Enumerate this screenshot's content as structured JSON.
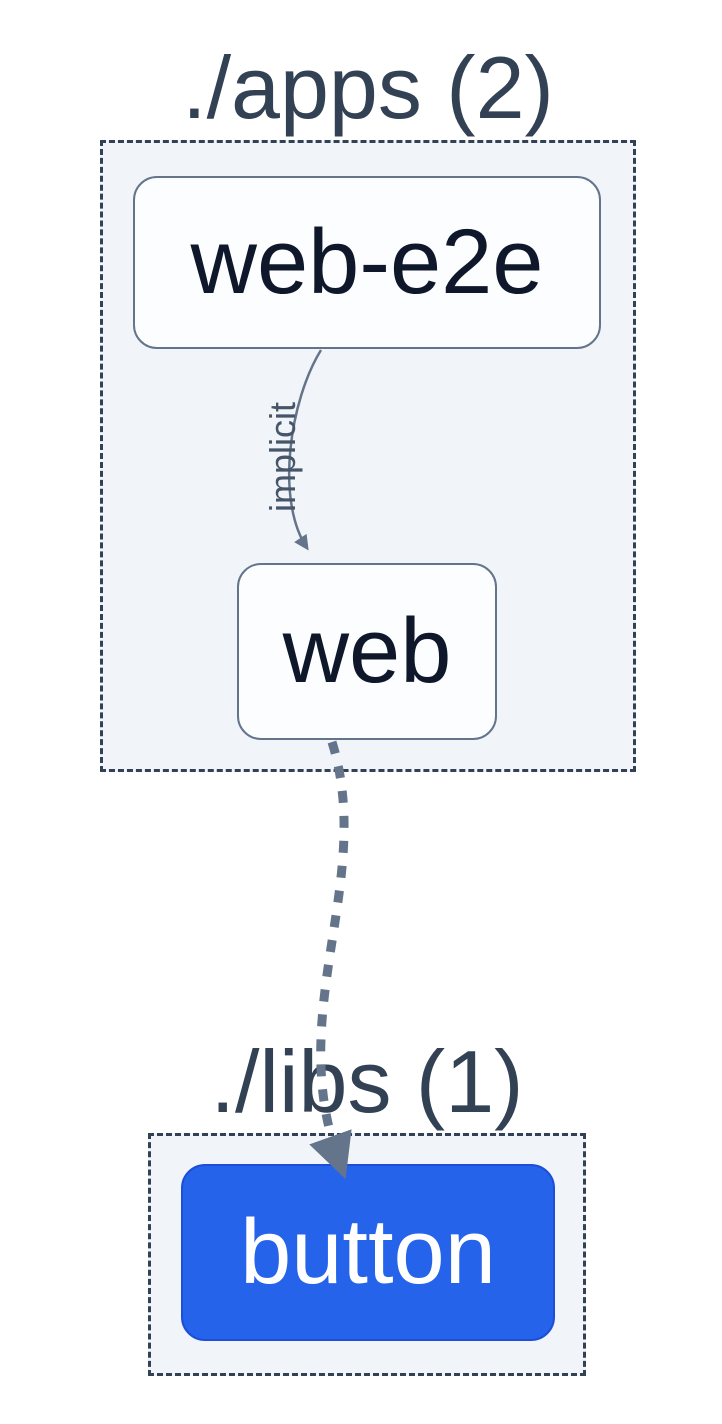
{
  "diagram": {
    "type": "dependency-graph",
    "clusters": [
      {
        "id": "apps",
        "label": "./apps (2)"
      },
      {
        "id": "libs",
        "label": "./libs (1)"
      }
    ],
    "nodes": [
      {
        "id": "web-e2e",
        "label": "web-e2e",
        "cluster": "apps",
        "highlighted": false
      },
      {
        "id": "web",
        "label": "web",
        "cluster": "apps",
        "highlighted": false
      },
      {
        "id": "button",
        "label": "button",
        "cluster": "libs",
        "highlighted": true
      }
    ],
    "edges": [
      {
        "from": "web-e2e",
        "to": "web",
        "label": "implicit",
        "style": "solid"
      },
      {
        "from": "web",
        "to": "button",
        "label": "",
        "style": "dashed"
      }
    ],
    "colors": {
      "canvas_bg": "#ffffff",
      "cluster_fill": "#f1f5f9",
      "cluster_border": "#334155",
      "cluster_title": "#334155",
      "node_fill": "#fcfdfe",
      "node_border": "#64748b",
      "node_text": "#0f172a",
      "highlight_fill": "#2563eb",
      "highlight_border": "#1d4ed8",
      "highlight_text": "#ffffff",
      "edge_stroke": "#64748b",
      "edge_label": "#475569"
    }
  }
}
